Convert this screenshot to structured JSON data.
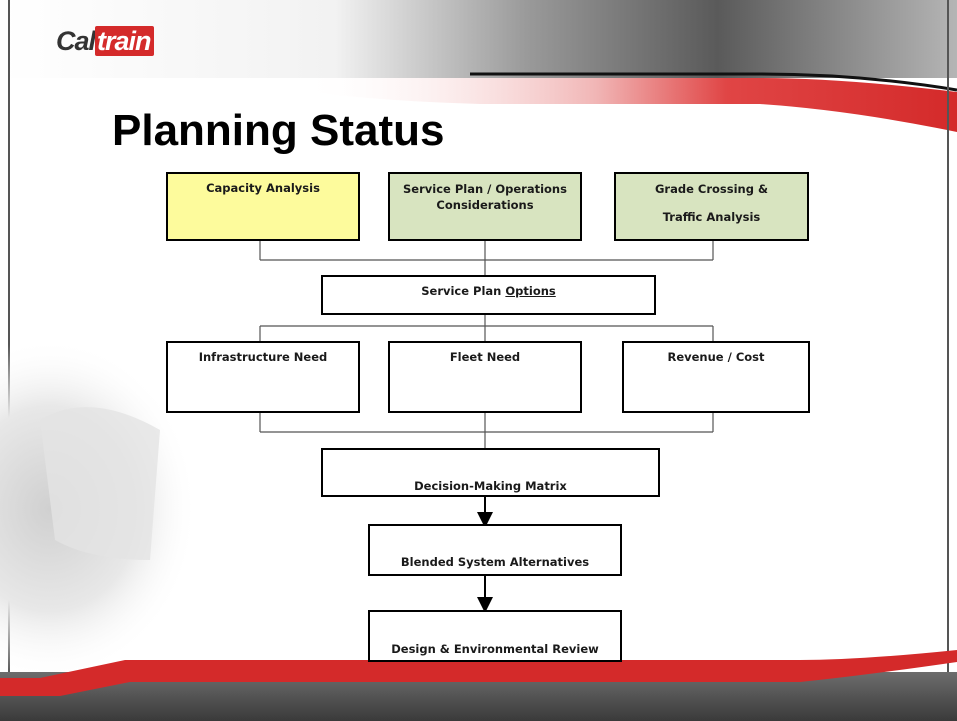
{
  "logo": {
    "part1": "Cal",
    "part2": "train"
  },
  "title": "Planning Status",
  "boxes": {
    "capacity": "Capacity Analysis",
    "service_ops_1": "Service Plan / Operations",
    "service_ops_2": "Considerations",
    "grade_1": "Grade Crossing &",
    "grade_2": "Traffic Analysis",
    "options_prefix": "Service Plan ",
    "options_underlined": "Options",
    "infrastructure": "Infrastructure Need",
    "fleet": "Fleet Need",
    "revenue": "Revenue / Cost",
    "matrix": "Decision-Making Matrix",
    "blended": "Blended System Alternatives",
    "design": "Design & Environmental Review"
  },
  "colors": {
    "accent_red": "#d42a2a",
    "capacity_fill": "#fdfb9c",
    "green_fill": "#d8e4c0"
  }
}
